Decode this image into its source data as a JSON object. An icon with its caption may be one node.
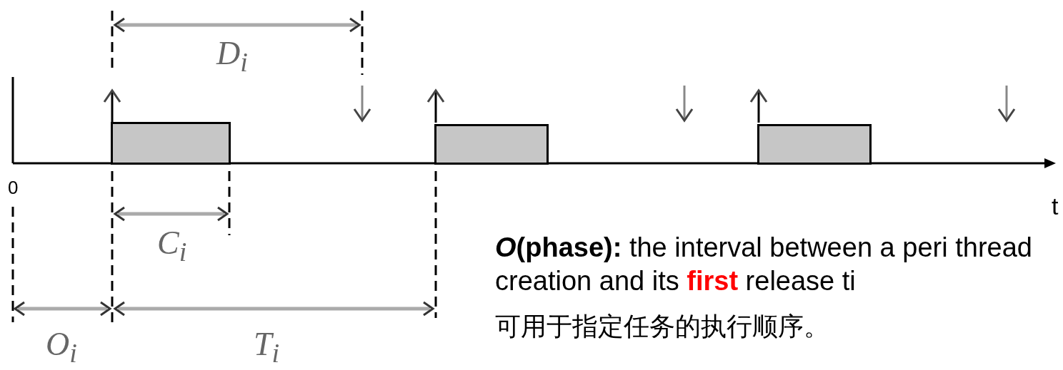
{
  "diagram": {
    "nodes": [
      {
        "text": [],
        "shape": "bar"
      },
      {
        "text": [],
        "shape": "bar"
      },
      {
        "text": [],
        "shape": "bar"
      }
    ],
    "labels": [
      "*D*$_{i}$",
      "0",
      "t",
      "*C*$_{i}$",
      "*O*$_{i}$",
      "*T*$_{i}$",
      "***O*(phase):** the interval between a peri thread creation and its **first** release ti",
      "可用于指定任务的执行顺序。"
    ]
  }
}
